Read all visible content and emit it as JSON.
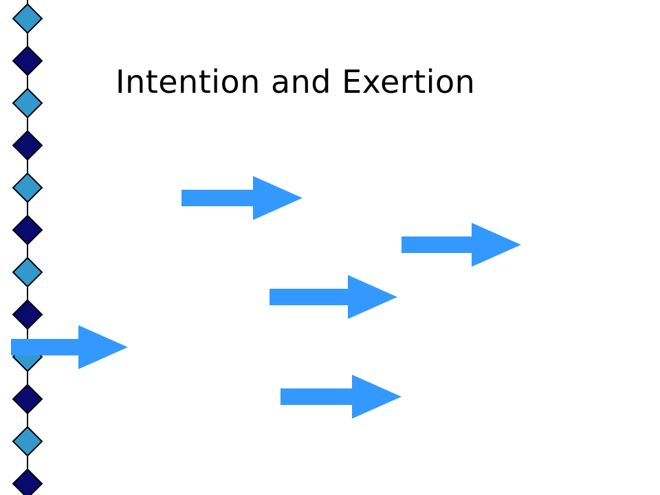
{
  "slide": {
    "title": "Intention and Exertion"
  },
  "decor": {
    "diamond_dark": "#0a0a6e",
    "diamond_light": "#3399cc",
    "line_color": "#000000",
    "arrow_color": "#3399ff",
    "diamond_count": 12,
    "arrow_count": 5
  }
}
